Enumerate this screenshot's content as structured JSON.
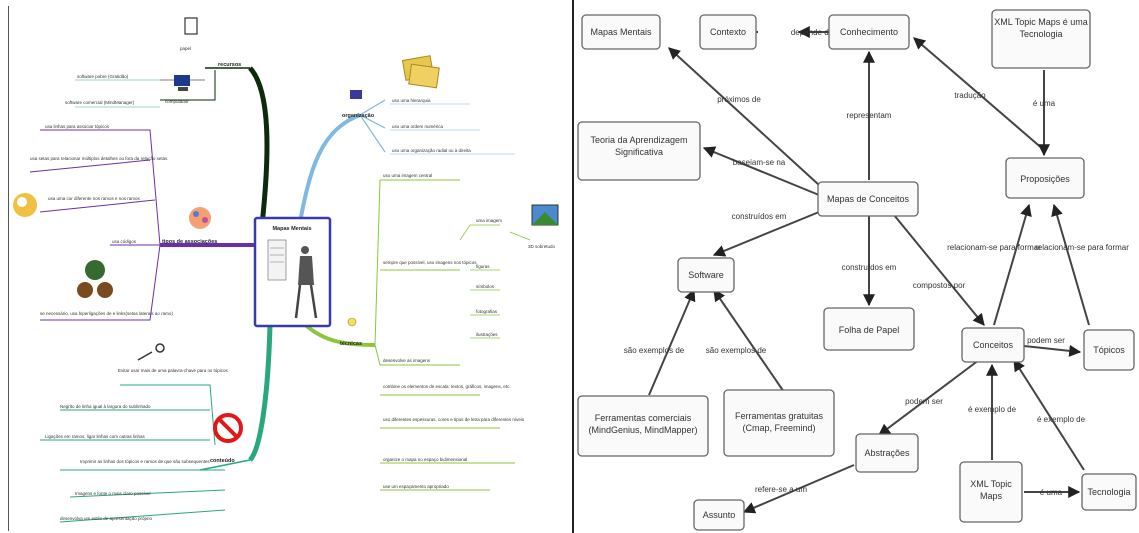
{
  "mindmap": {
    "center": "Mapas Mentais",
    "recursos": {
      "label": "recursos",
      "items": [
        "papel",
        "computador",
        "software pobre (Gratidão)",
        "software comercial (MindManager)"
      ]
    },
    "organizacao": {
      "label": "organização",
      "items": [
        "uso uma hierarquia",
        "uso uma ordem numérica",
        "uso uma organização radial ou à direita"
      ]
    },
    "tipos": {
      "label": "tipos de associações",
      "items": [
        "usa linhas para associar tópicos",
        "usa setas para relacionar múltiplos detalhes ou fora da relação setas",
        "usa uma cor diferente nos ramos e nos ramos",
        "usa códigos",
        "se necessário, usa hiperligações de e links(setas laterais ao ramo)"
      ]
    },
    "tecnicas": {
      "label": "técnicas",
      "items": [
        "uso uma imagem central",
        "sempre que possível, uso imagens nos tópicos",
        "uma imagem",
        "figuras",
        "símbolos",
        "fotografias",
        "ilustrações",
        "3D sobretudo",
        "desenvolve as imagens",
        "combine os elementos de escala: textos, gráficos, imagens, etc.",
        "uso diferentes espessuras, cores e tipos de letra para diferentes níveis",
        "organize o mapa no espaço bidimensional",
        "use um espaçamento apropriado"
      ]
    },
    "conteudo": {
      "label": "conteúdo",
      "items": [
        "Evitar usar mais de uma palavra-chave para os tópicos",
        "Negrito de linha igual à largura do sublinhado",
        "Ligações em ramos, ligar linhas com outras linhas",
        "Imprimir as linhas dos tópicos e ramos de que são subsequentes",
        "Imagens e fonte o mais claro possível",
        "desenvolva um estilo de apresentação próprio"
      ]
    }
  },
  "concept_map": {
    "nodes": {
      "mapas_mentais": "Mapas Mentais",
      "contexto": "Contexto",
      "conhecimento": "Conhecimento",
      "xml_topic_maps_tecnologia": "XML Topic Maps é uma Tecnologia",
      "teoria": "Teoria da Aprendizagem Significativa",
      "mapas_conceitos": "Mapas de Conceitos",
      "proposicoes": "Proposições",
      "software": "Software",
      "folha": "Folha de Papel",
      "conceitos": "Conceitos",
      "topicos": "Tópicos",
      "comerciais": "Ferramentas comerciais (MindGenius, MindMapper)",
      "gratuitas": "Ferramentas gratuitas (Cmap, Freemind)",
      "abstracoes": "Abstrações",
      "xml_topic_maps": "XML Topic Maps",
      "tecnologia": "Tecnologia",
      "assunto": "Assunto"
    },
    "links": {
      "depende_de": "depende de",
      "proximos_de": "próximos de",
      "representam": "representam",
      "traducao": "tradução",
      "e_uma": "é uma",
      "baseiam_se_na": "baseiam-se na",
      "construidos_em_1": "construídos em",
      "construidos_em_2": "construídos em",
      "compostos_por": "compostos por",
      "relacionam_1": "relacionam-se para formar",
      "relacionam_2": "relacionam-se para formar",
      "podem_ser_1": "podem ser",
      "sao_exemplos_1": "são exemplos de",
      "sao_exemplos_2": "são exemplos de",
      "podem_ser_2": "podem ser",
      "e_exemplo_1": "é exemplo de",
      "e_exemplo_2": "é exemplo de",
      "refere_se_a_um": "refere-se a um",
      "e_uma_2": "é uma"
    }
  },
  "colors": {
    "recursos_branch": "#0d2a0d",
    "organizacao_branch": "#7fb8e0",
    "tipos_branch": "#6a2fa8",
    "tecnicas_branch": "#8cc63e",
    "conteudo_branch": "#2aa77d",
    "center_border": "#3a3ab0"
  }
}
